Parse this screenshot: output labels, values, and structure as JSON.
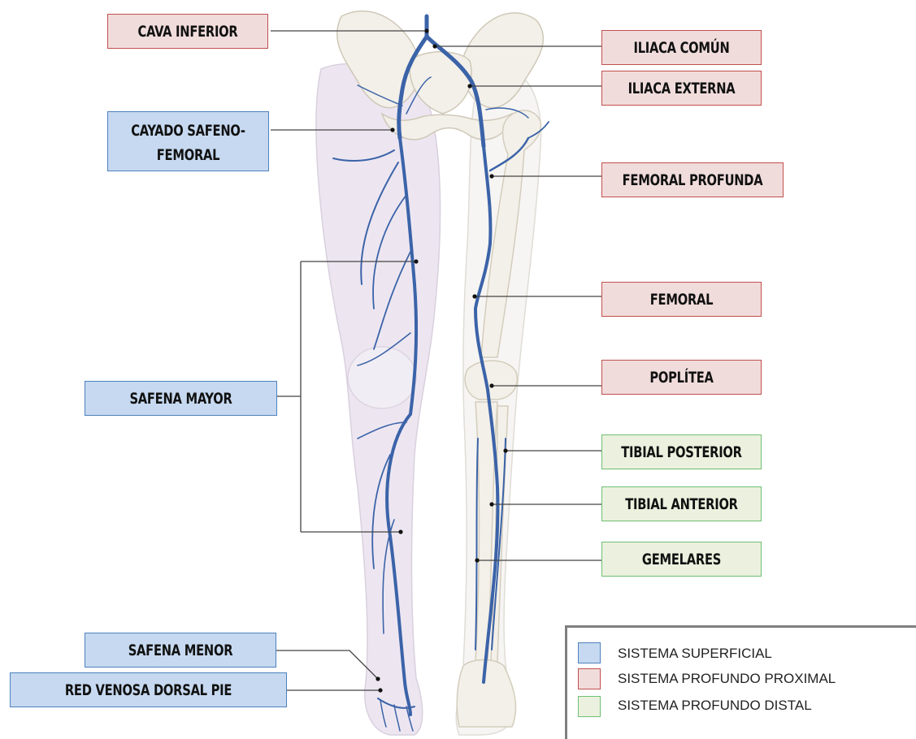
{
  "labels": {
    "cava_inferior": "CAVA INFERIOR",
    "iliaca_comun": "ILIACA COMÚN",
    "iliaca_externa": "ILIACA EXTERNA",
    "cayado_line1": "CAYADO SAFENO-",
    "cayado_line2": "FEMORAL",
    "femoral_profunda": "FEMORAL PROFUNDA",
    "femoral": "FEMORAL",
    "poplitea": "POPLÍTEA",
    "safena_mayor": "SAFENA MAYOR",
    "tibial_posterior": "TIBIAL POSTERIOR",
    "tibial_anterior": "TIBIAL ANTERIOR",
    "gemelares": "GEMELARES",
    "safena_menor": "SAFENA MENOR",
    "red_venosa": "RED VENOSA DORSAL PIE"
  },
  "legend": {
    "items": [
      {
        "label": "SISTEMA SUPERFICIAL",
        "color": "#c6d9f0",
        "border": "#4f81bd"
      },
      {
        "label": "SISTEMA PROFUNDO PROXIMAL",
        "color": "#f1dcdc",
        "border": "#c0504d"
      },
      {
        "label": "SISTEMA PROFUNDO DISTAL",
        "color": "#ebf1de",
        "border": "#6fbf73"
      }
    ]
  },
  "colors": {
    "vein": "#3b63a8",
    "bone": "#f3f0e9",
    "skin": "#ece6ef",
    "leader_line": "#444444"
  }
}
